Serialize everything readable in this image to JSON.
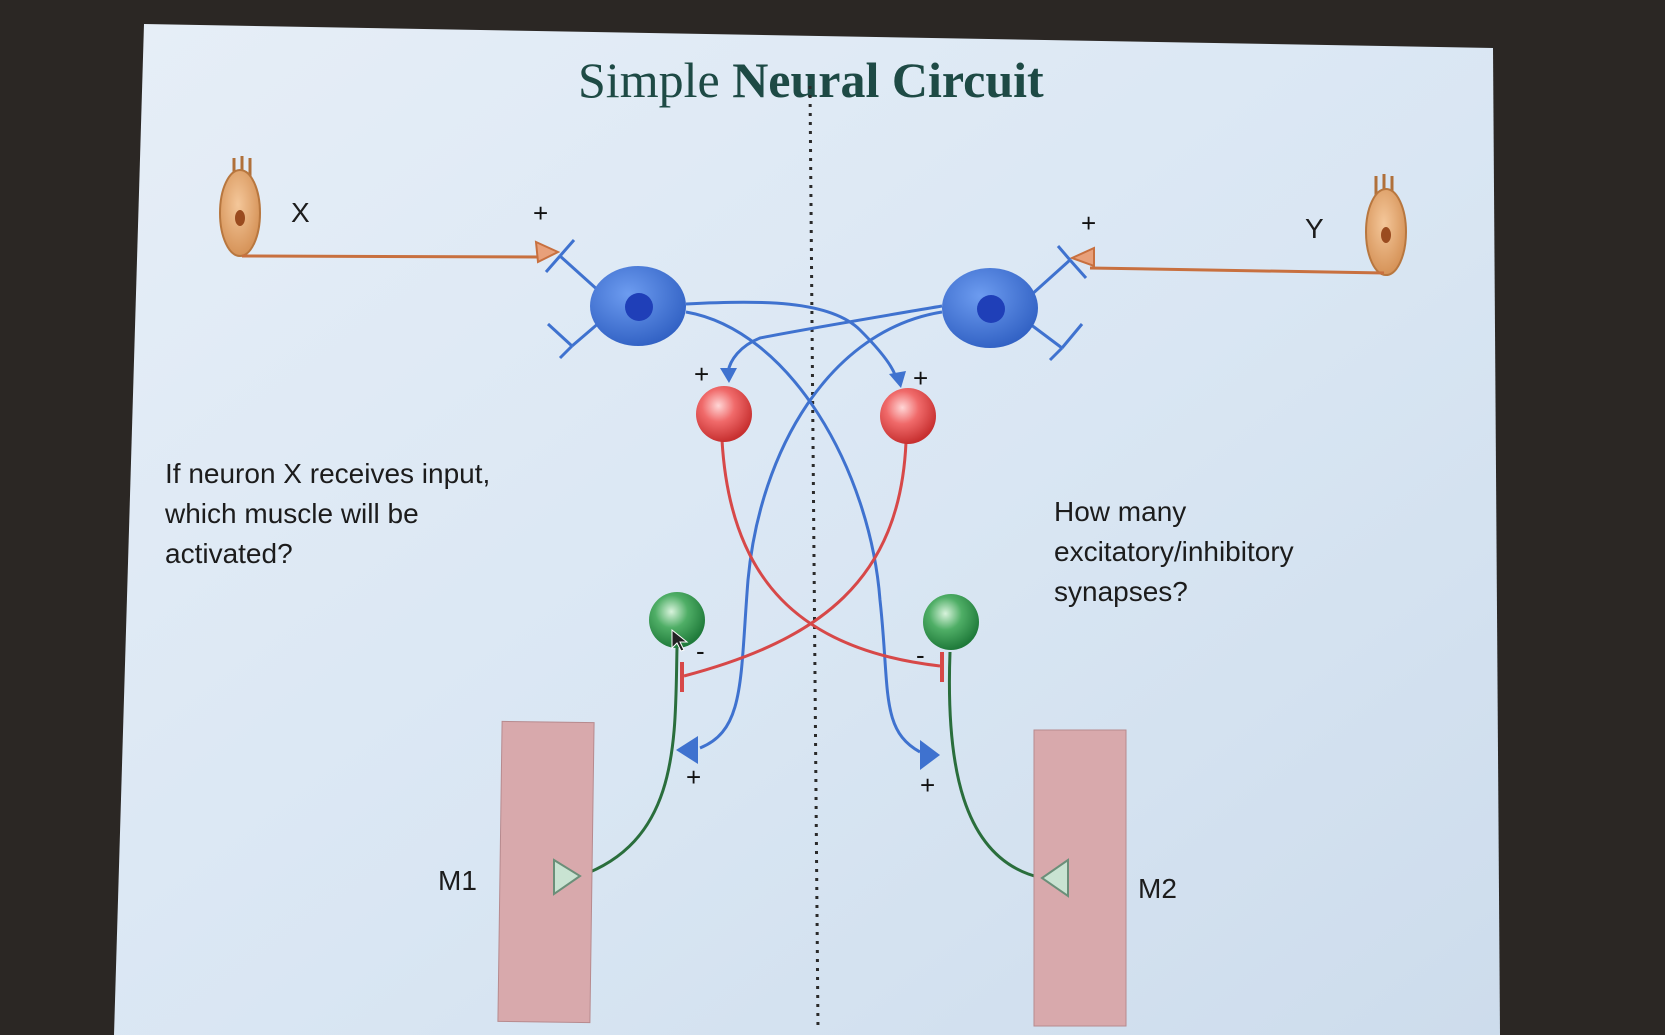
{
  "slide": {
    "title_regular": "Simple ",
    "title_bold": "Neural Circuit"
  },
  "labels": {
    "sensory_left": "X",
    "sensory_right": "Y",
    "muscle_left": "M1",
    "muscle_right": "M2"
  },
  "signs": {
    "x_synapse": "+",
    "y_synapse": "+",
    "red_left_input": "+",
    "red_right_input": "+",
    "green_left_inhibit": "-",
    "green_right_inhibit": "-",
    "green_left_excite": "+",
    "green_right_excite": "+"
  },
  "questions": {
    "left_lines": [
      "If neuron X receives input,",
      "which muscle will be",
      "activated?"
    ],
    "right_lines": [
      "How many",
      "excitatory/inhibitory",
      "synapses?"
    ]
  },
  "colors": {
    "slide_bg": "#dfe9f4",
    "sensory_axon": "#c8703f",
    "interneuron_blue": "#3f72cf",
    "inhibitory_red": "#d74848",
    "motor_green": "#2e8a4a",
    "muscle": "#d8a9ac",
    "title": "#1e4a45"
  }
}
